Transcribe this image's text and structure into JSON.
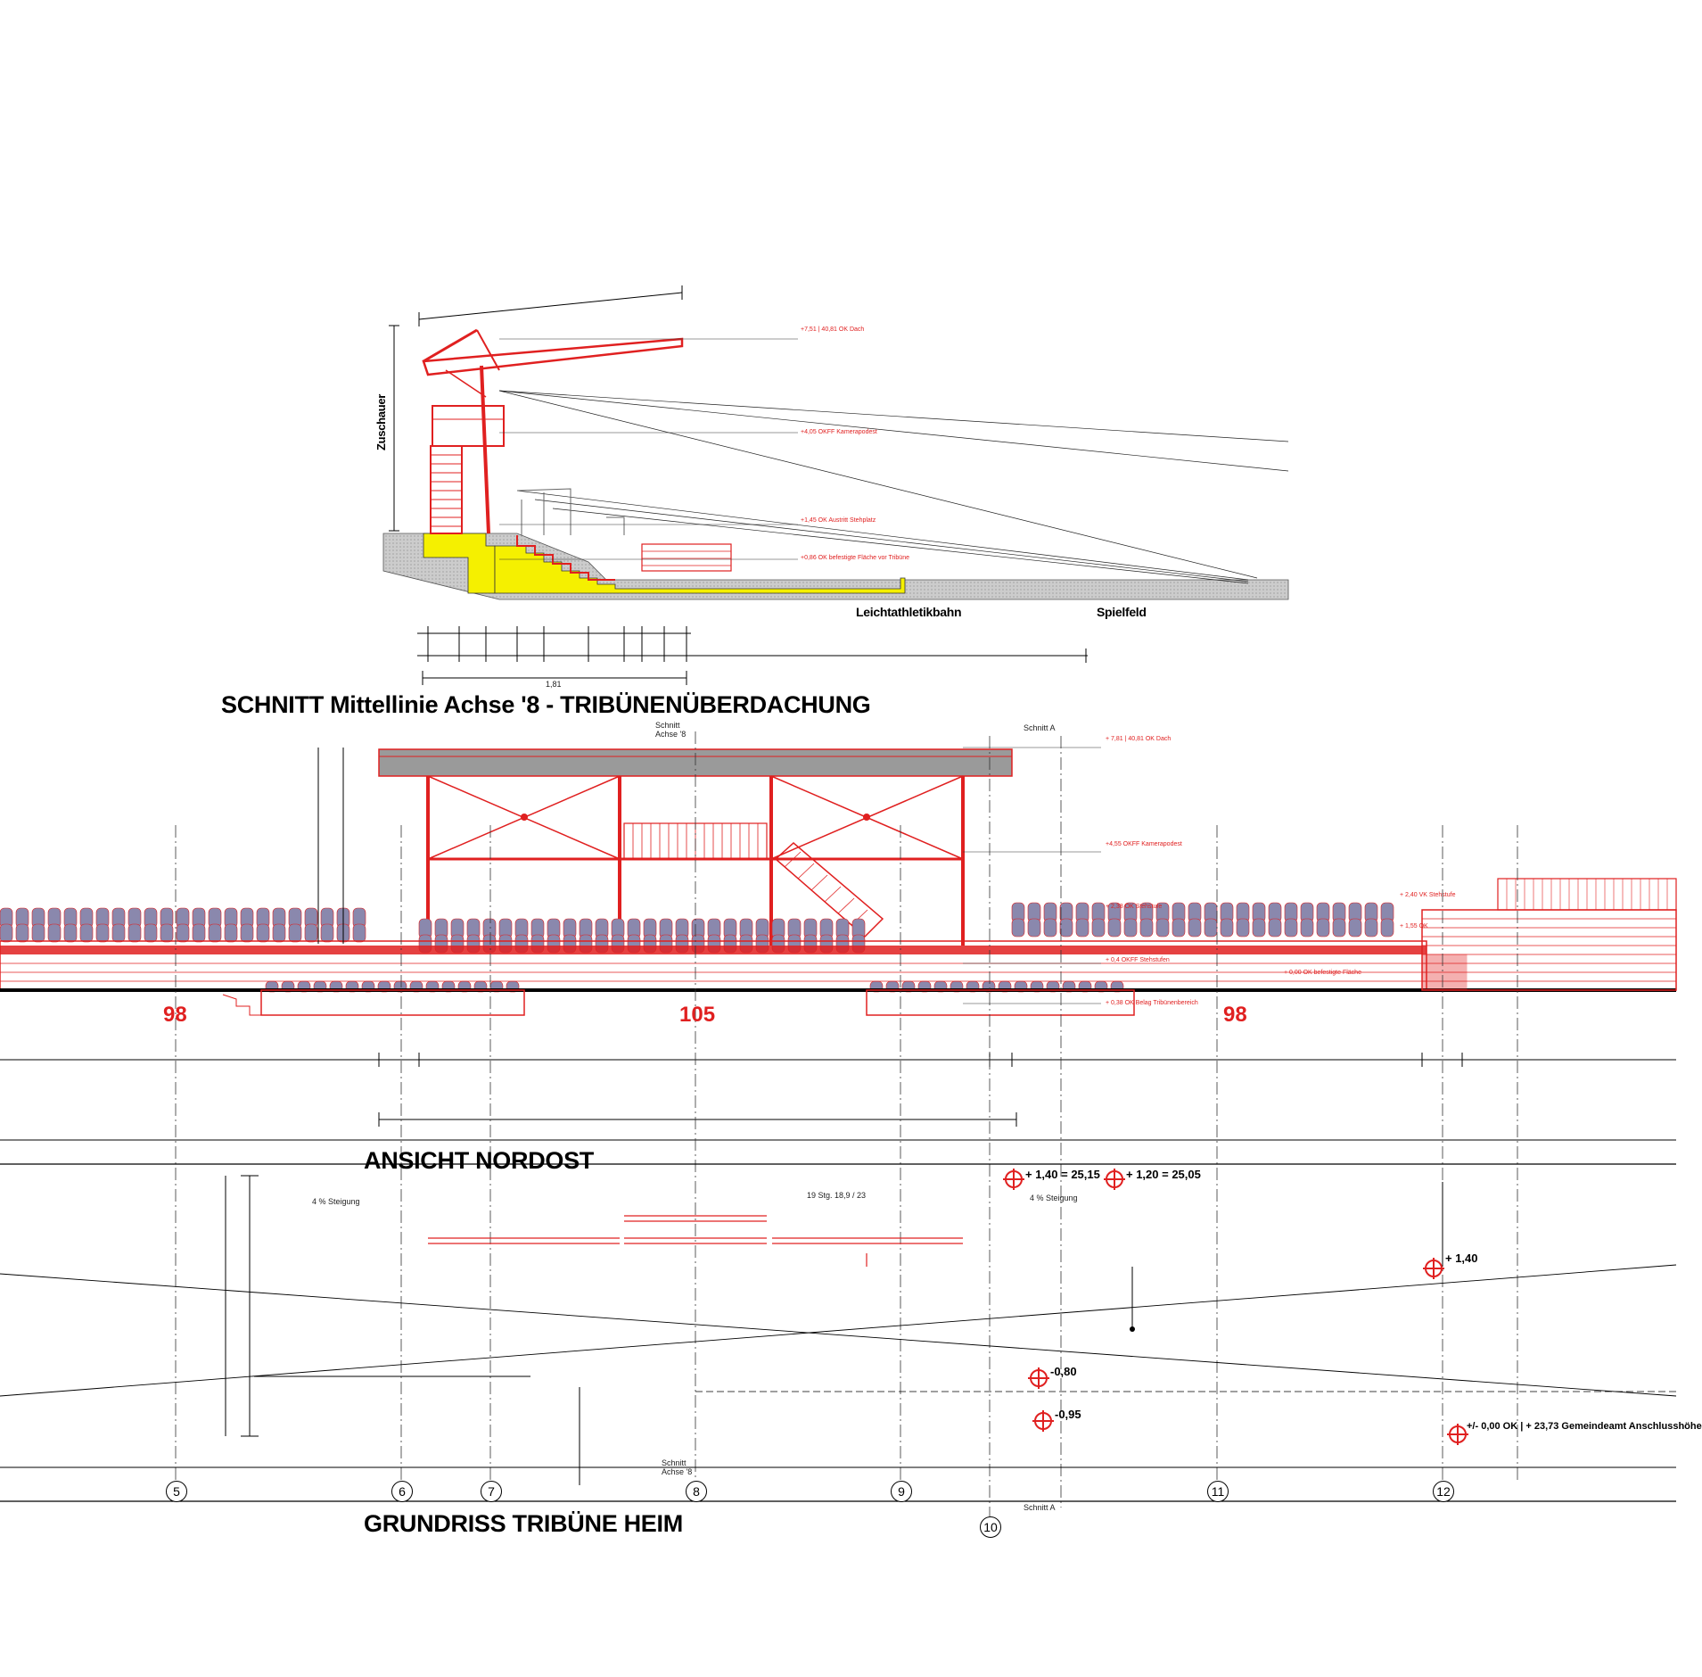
{
  "titles": {
    "section": "SCHNITT Mittellinie Achse '8 - TRIBÜNENÜBERDACHUNG",
    "elevation": "ANSICHT NORDOST",
    "plan": "GRUNDRISS TRIBÜNE HEIM"
  },
  "seat_counts": [
    "98",
    "105",
    "98"
  ],
  "section_labels": {
    "left_vertical": "Zuschauer",
    "field_track": "Leichtathletikbahn",
    "field_pitch": "Spielfeld",
    "total_dim": "1,81"
  },
  "elevation_labels": {
    "section_marker_a": "Schnitt A",
    "axis_marker": "Schnitt Achse '8"
  },
  "axes": [
    "5",
    "6",
    "7",
    "8",
    "9",
    "10",
    "11",
    "12"
  ],
  "level_marks": [
    {
      "id": "m1",
      "text": "+ 1,40 = 25,15"
    },
    {
      "id": "m2",
      "text": "+ 1,20 = 25,05"
    },
    {
      "id": "m3",
      "text": "+ 1,40"
    },
    {
      "id": "m4",
      "text": "-0,80"
    },
    {
      "id": "m5",
      "text": "-0,95"
    },
    {
      "id": "m6",
      "text": "+/- 0,00 OK | + 23,73 Gemeindeamt Anschlusshöhe"
    }
  ],
  "plan_notes": {
    "slope_left": "4 % Steigung",
    "slope_right": "4 % Steigung",
    "steps": "19 Stg. 18,9 / 23",
    "section_a_bottom": "Schnitt A",
    "axis_8_bottom": "Schnitt Achse '8"
  },
  "colors": {
    "structure": "#e02020",
    "fill_yellow": "#f5f000",
    "seats": "#8a88ad",
    "ground": "#c8c8c8",
    "roof": "#9a9a9a"
  }
}
